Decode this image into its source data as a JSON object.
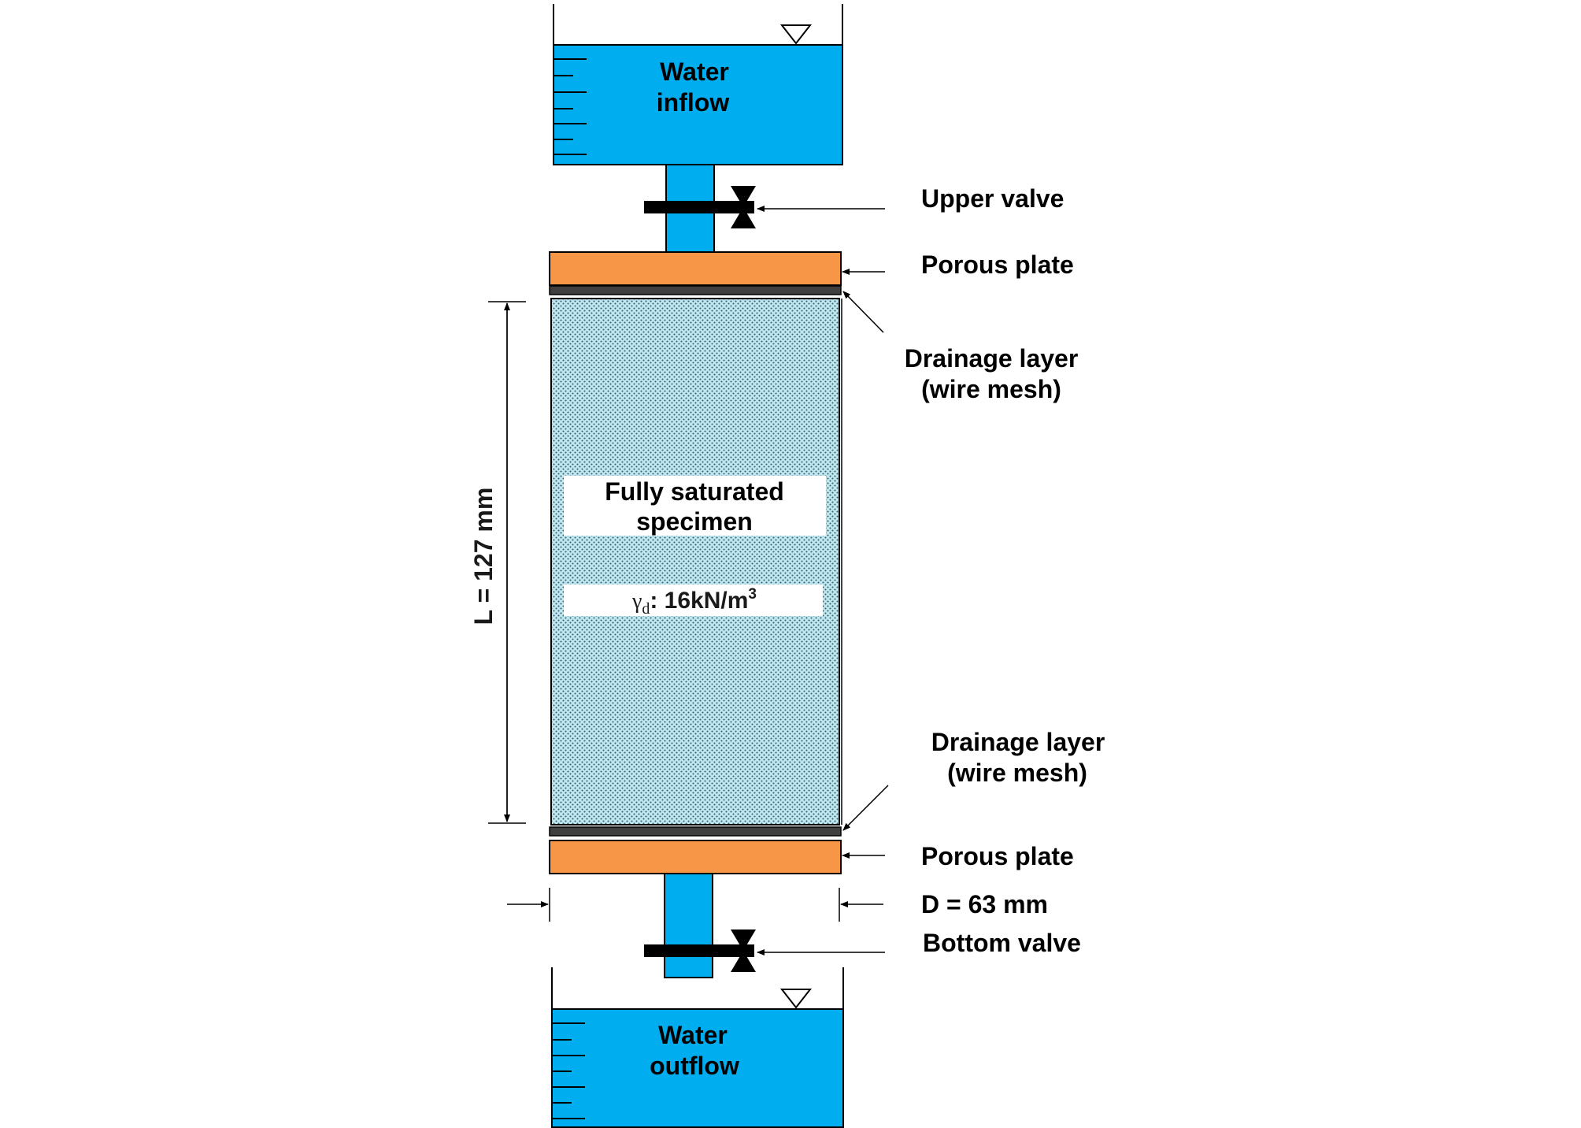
{
  "colors": {
    "water": "#00AEEF",
    "porous_plate": "#F79646",
    "drainage_layer": "#3F3F3F",
    "specimen_fill": "#BDE8F2",
    "specimen_dots": "#3D5A66",
    "valve": "#000000",
    "line": "#000000"
  },
  "tanks": {
    "inflow": {
      "line1": "Water",
      "line2": "inflow",
      "symbol": "water-level-triangle-icon"
    },
    "outflow": {
      "line1": "Water",
      "line2": "outflow",
      "symbol": "water-level-triangle-icon"
    }
  },
  "specimen": {
    "line1": "Fully saturated",
    "line2": "specimen",
    "density_symbol": "γ",
    "density_subscript": "d",
    "density_value": ": 16kN/m",
    "density_superscript": "3"
  },
  "labels": {
    "upper_valve": "Upper valve",
    "porous_plate_top": "Porous plate",
    "drainage_top_line1": "Drainage layer",
    "drainage_top_line2": "(wire mesh)",
    "drainage_bottom_line1": "Drainage layer",
    "drainage_bottom_line2": "(wire mesh)",
    "porous_plate_bottom": "Porous plate",
    "diameter": "D = 63 mm",
    "bottom_valve": "Bottom valve",
    "length": "L = 127 mm"
  }
}
